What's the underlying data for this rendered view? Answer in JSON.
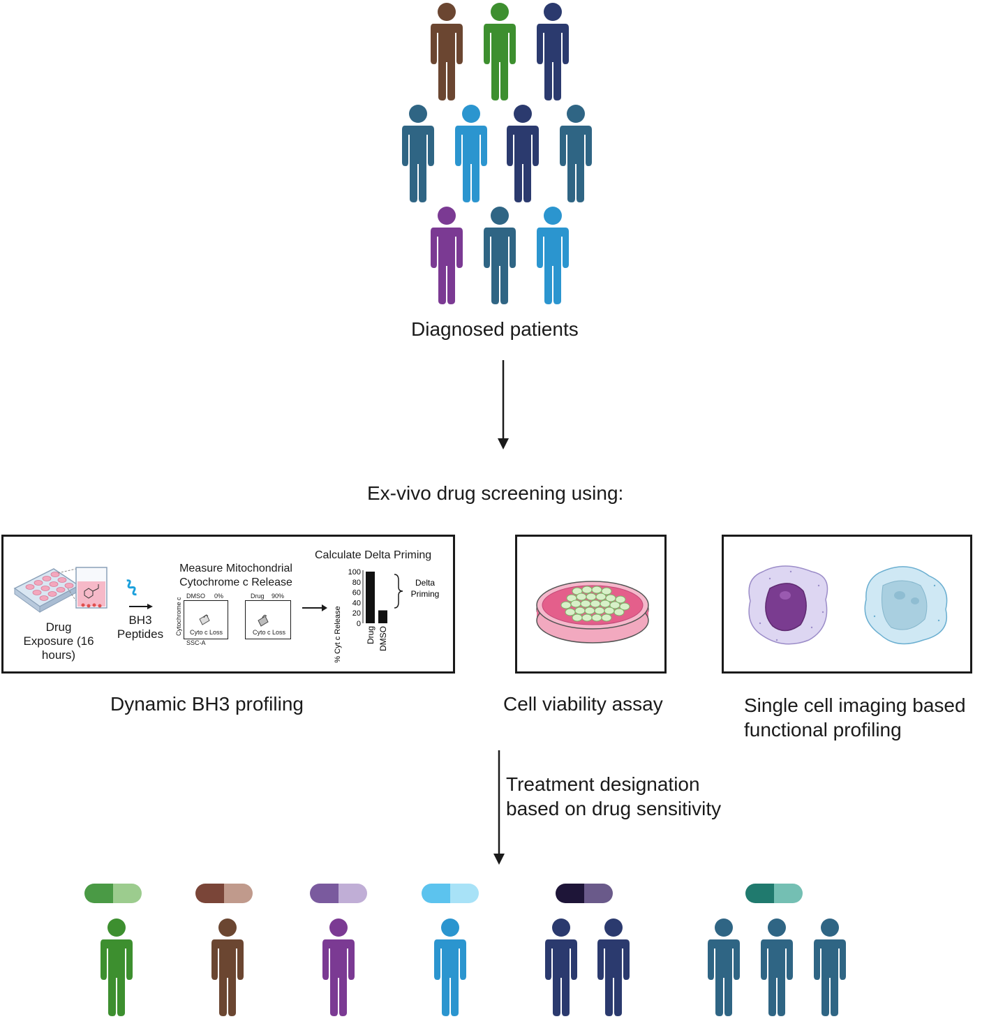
{
  "labels": {
    "diagnosed": "Diagnosed patients",
    "screening": "Ex-vivo drug screening using:",
    "bh3_title": "Dynamic BH3 profiling",
    "viability_title": "Cell viability assay",
    "imaging_title_line1": "Single cell imaging based",
    "imaging_title_line2": "functional profiling",
    "treatment_line1": "Treatment designation",
    "treatment_line2": "based on drug sensitivity"
  },
  "bh3_panel": {
    "drug_exposure_line1": "Drug",
    "drug_exposure_line2": "Exposure (16",
    "drug_exposure_line3": "hours)",
    "bh3_line1": "BH3",
    "bh3_line2": "Peptides",
    "measure_line1": "Measure Mitochondrial",
    "measure_line2": "Cytochrome c Release",
    "plot1_label": "DMSO",
    "plot1_pct": "0%",
    "plot2_label": "Drug",
    "plot2_pct": "90%",
    "gate_label": "Cyto c Loss",
    "y_axis": "Cytochrome c",
    "x_axis": "SSC-A",
    "delta_title": "Calculate Delta Priming",
    "bar_ylabel": "% Cyt c Release",
    "bar_ticks": [
      "100",
      "80",
      "60",
      "40",
      "20",
      "0"
    ],
    "bar_categories": [
      "Drug",
      "DMSO"
    ],
    "bar_values": [
      100,
      25
    ],
    "delta_line1": "Delta",
    "delta_line2": "Priming"
  },
  "colors": {
    "brown": "#6b4631",
    "green": "#3d8f2f",
    "navy": "#2b3a6e",
    "teal": "#2f6584",
    "sky": "#2b95cf",
    "purple": "#7b3a93"
  },
  "patients_top": [
    {
      "color": "brown"
    },
    {
      "color": "green"
    },
    {
      "color": "navy"
    },
    {
      "color": "teal"
    },
    {
      "color": "sky"
    },
    {
      "color": "navy"
    },
    {
      "color": "teal"
    },
    {
      "color": "purple"
    },
    {
      "color": "teal"
    },
    {
      "color": "sky"
    }
  ],
  "patients_bottom": [
    {
      "color": "green"
    },
    {
      "color": "brown"
    },
    {
      "color": "purple"
    },
    {
      "color": "sky"
    },
    {
      "color": "navy"
    },
    {
      "color": "navy"
    },
    {
      "color": "teal"
    },
    {
      "color": "teal"
    },
    {
      "color": "teal"
    }
  ],
  "pills": [
    {
      "left": "#4a9a45",
      "right": "#9ccc8e"
    },
    {
      "left": "#7a4538",
      "right": "#c09a8c"
    },
    {
      "left": "#7a5a9e",
      "right": "#c0aed6"
    },
    {
      "left": "#5cc3ee",
      "right": "#a8e2f7"
    },
    {
      "left": "#1e1538",
      "right": "#6a5a8a"
    },
    {
      "left": "#207a6e",
      "right": "#74bfb3"
    }
  ]
}
